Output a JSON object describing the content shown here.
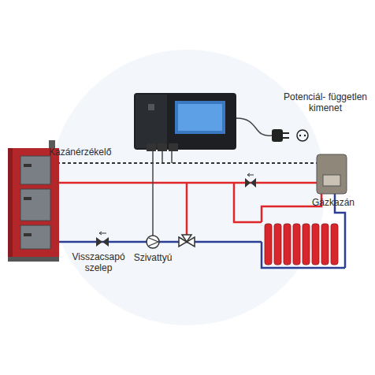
{
  "diagram": {
    "labels": [
      "Kazánérzékelő",
      "Potenciál- független kimenet",
      "Gázkazán",
      "Visszacsapó szelep",
      "Szivattyú"
    ]
  }
}
